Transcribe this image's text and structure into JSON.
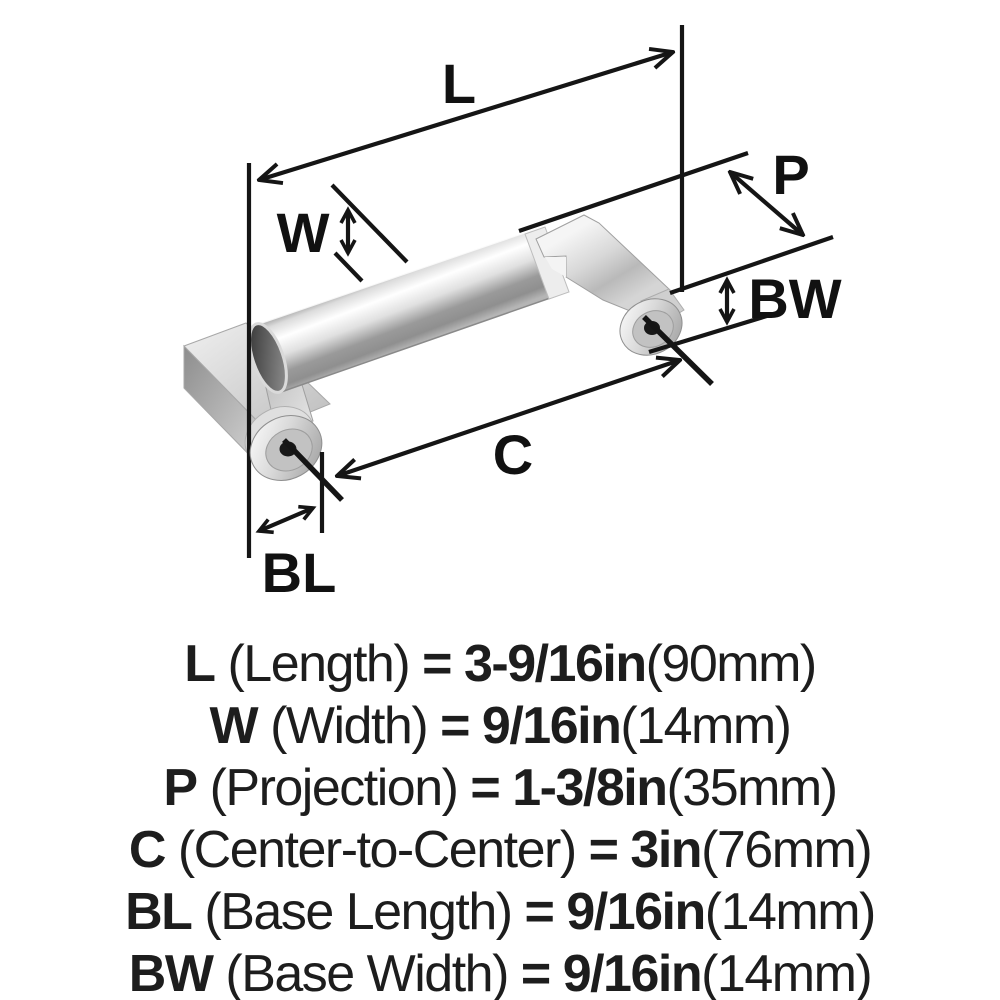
{
  "diagram": {
    "labels": {
      "l": "L",
      "w": "W",
      "p": "P",
      "c": "C",
      "bl": "BL",
      "bw": "BW"
    }
  },
  "spec_table": {
    "equals": "=",
    "rows": [
      {
        "code": "L",
        "name": "(Length)",
        "value": "3-9/16in",
        "metric": "(90mm)"
      },
      {
        "code": "W",
        "name": "(Width)",
        "value": "9/16in",
        "metric": "(14mm)"
      },
      {
        "code": "P",
        "name": "(Projection)",
        "value": "1-3/8in",
        "metric": "(35mm)"
      },
      {
        "code": "C",
        "name": "(Center-to-Center)",
        "value": "3in",
        "metric": "(76mm)"
      },
      {
        "code": "BL",
        "name": "(Base Length)",
        "value": "9/16in",
        "metric": "(14mm)"
      },
      {
        "code": "BW",
        "name": "(Base Width)",
        "value": "9/16in",
        "metric": "(14mm)"
      }
    ]
  },
  "colors": {
    "background": "#ffffff",
    "line": "#151515",
    "text": "#1d1d1d",
    "metal_light": "#ffffff",
    "metal_mid": "#c9c9c9",
    "metal_dark": "#8a8a8a",
    "hole": "#181818"
  }
}
